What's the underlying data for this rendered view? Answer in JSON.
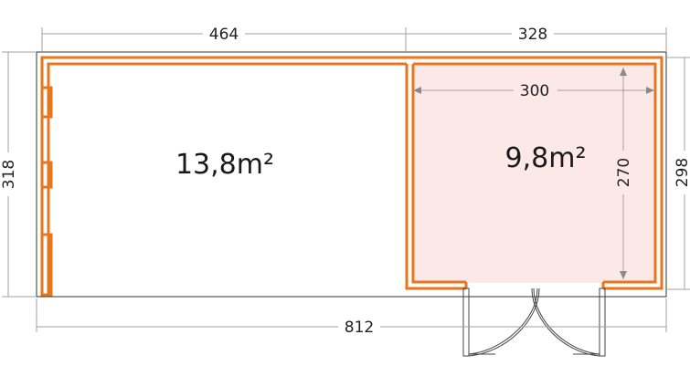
{
  "dimensions": {
    "top_left_width": "464",
    "top_right_width": "328",
    "inner_width": "300",
    "left_height": "318",
    "right_height": "298",
    "inner_height": "270",
    "total_width": "812"
  },
  "areas": {
    "left_room": "13,8m²",
    "right_room": "9,8m²"
  },
  "colors": {
    "wall": "#e8761e",
    "room_fill": "#fde8e8",
    "dimension_line": "#a0a0a0",
    "outline": "#333333"
  }
}
